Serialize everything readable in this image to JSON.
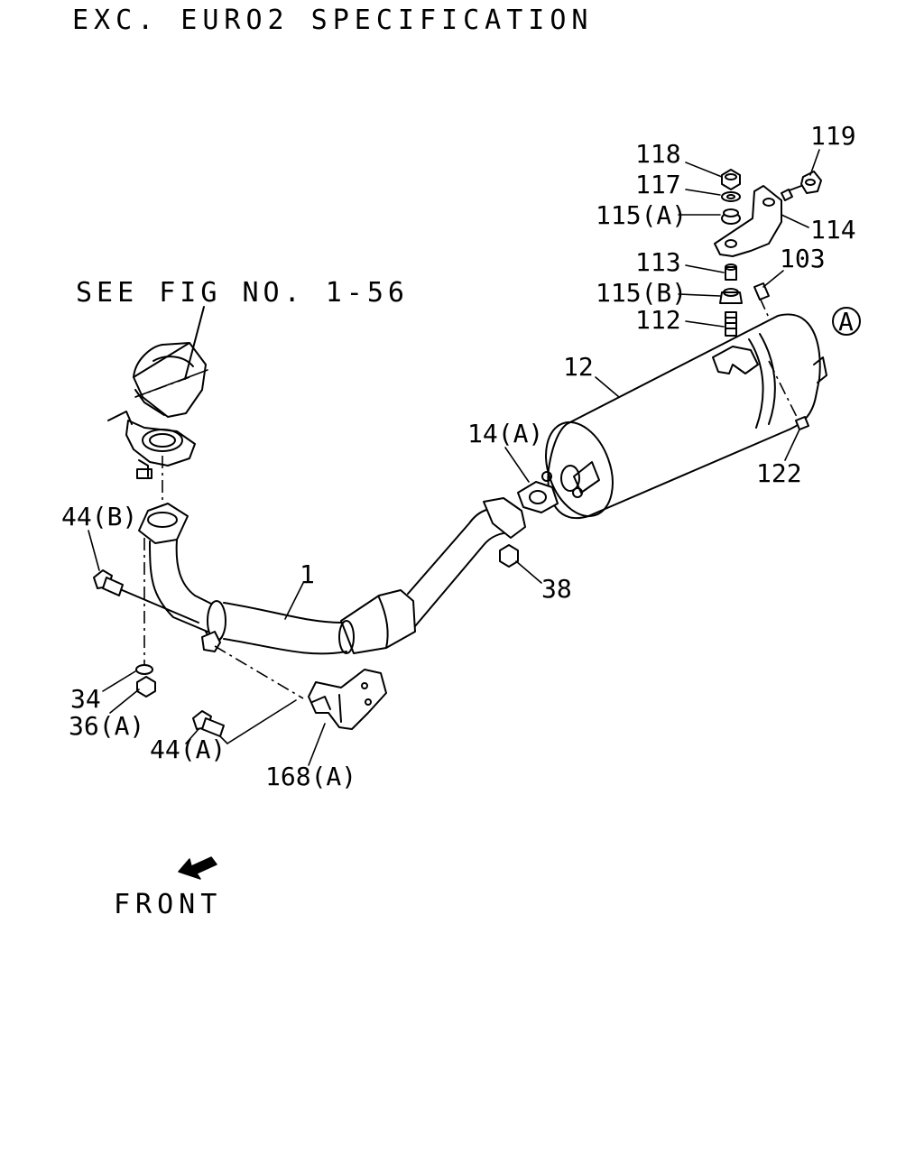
{
  "header": {
    "title": "EXC. EURO2 SPECIFICATION",
    "reference": "SEE FIG NO. 1-56"
  },
  "orientation": {
    "label": "FRONT"
  },
  "callouts": [
    {
      "id": "118",
      "text": "118"
    },
    {
      "id": "117",
      "text": "117"
    },
    {
      "id": "115a",
      "text": "115(A)"
    },
    {
      "id": "119",
      "text": "119"
    },
    {
      "id": "114",
      "text": "114"
    },
    {
      "id": "113",
      "text": "113"
    },
    {
      "id": "103",
      "text": "103"
    },
    {
      "id": "115b",
      "text": "115(B)"
    },
    {
      "id": "112",
      "text": "112"
    },
    {
      "id": "circle-a",
      "text": "A"
    },
    {
      "id": "12",
      "text": "12"
    },
    {
      "id": "14a",
      "text": "14(A)"
    },
    {
      "id": "122",
      "text": "122"
    },
    {
      "id": "44b",
      "text": "44(B)"
    },
    {
      "id": "1",
      "text": "1"
    },
    {
      "id": "38",
      "text": "38"
    },
    {
      "id": "34",
      "text": "34"
    },
    {
      "id": "36a",
      "text": "36(A)"
    },
    {
      "id": "44a",
      "text": "44(A)"
    },
    {
      "id": "168a",
      "text": "168(A)"
    }
  ]
}
